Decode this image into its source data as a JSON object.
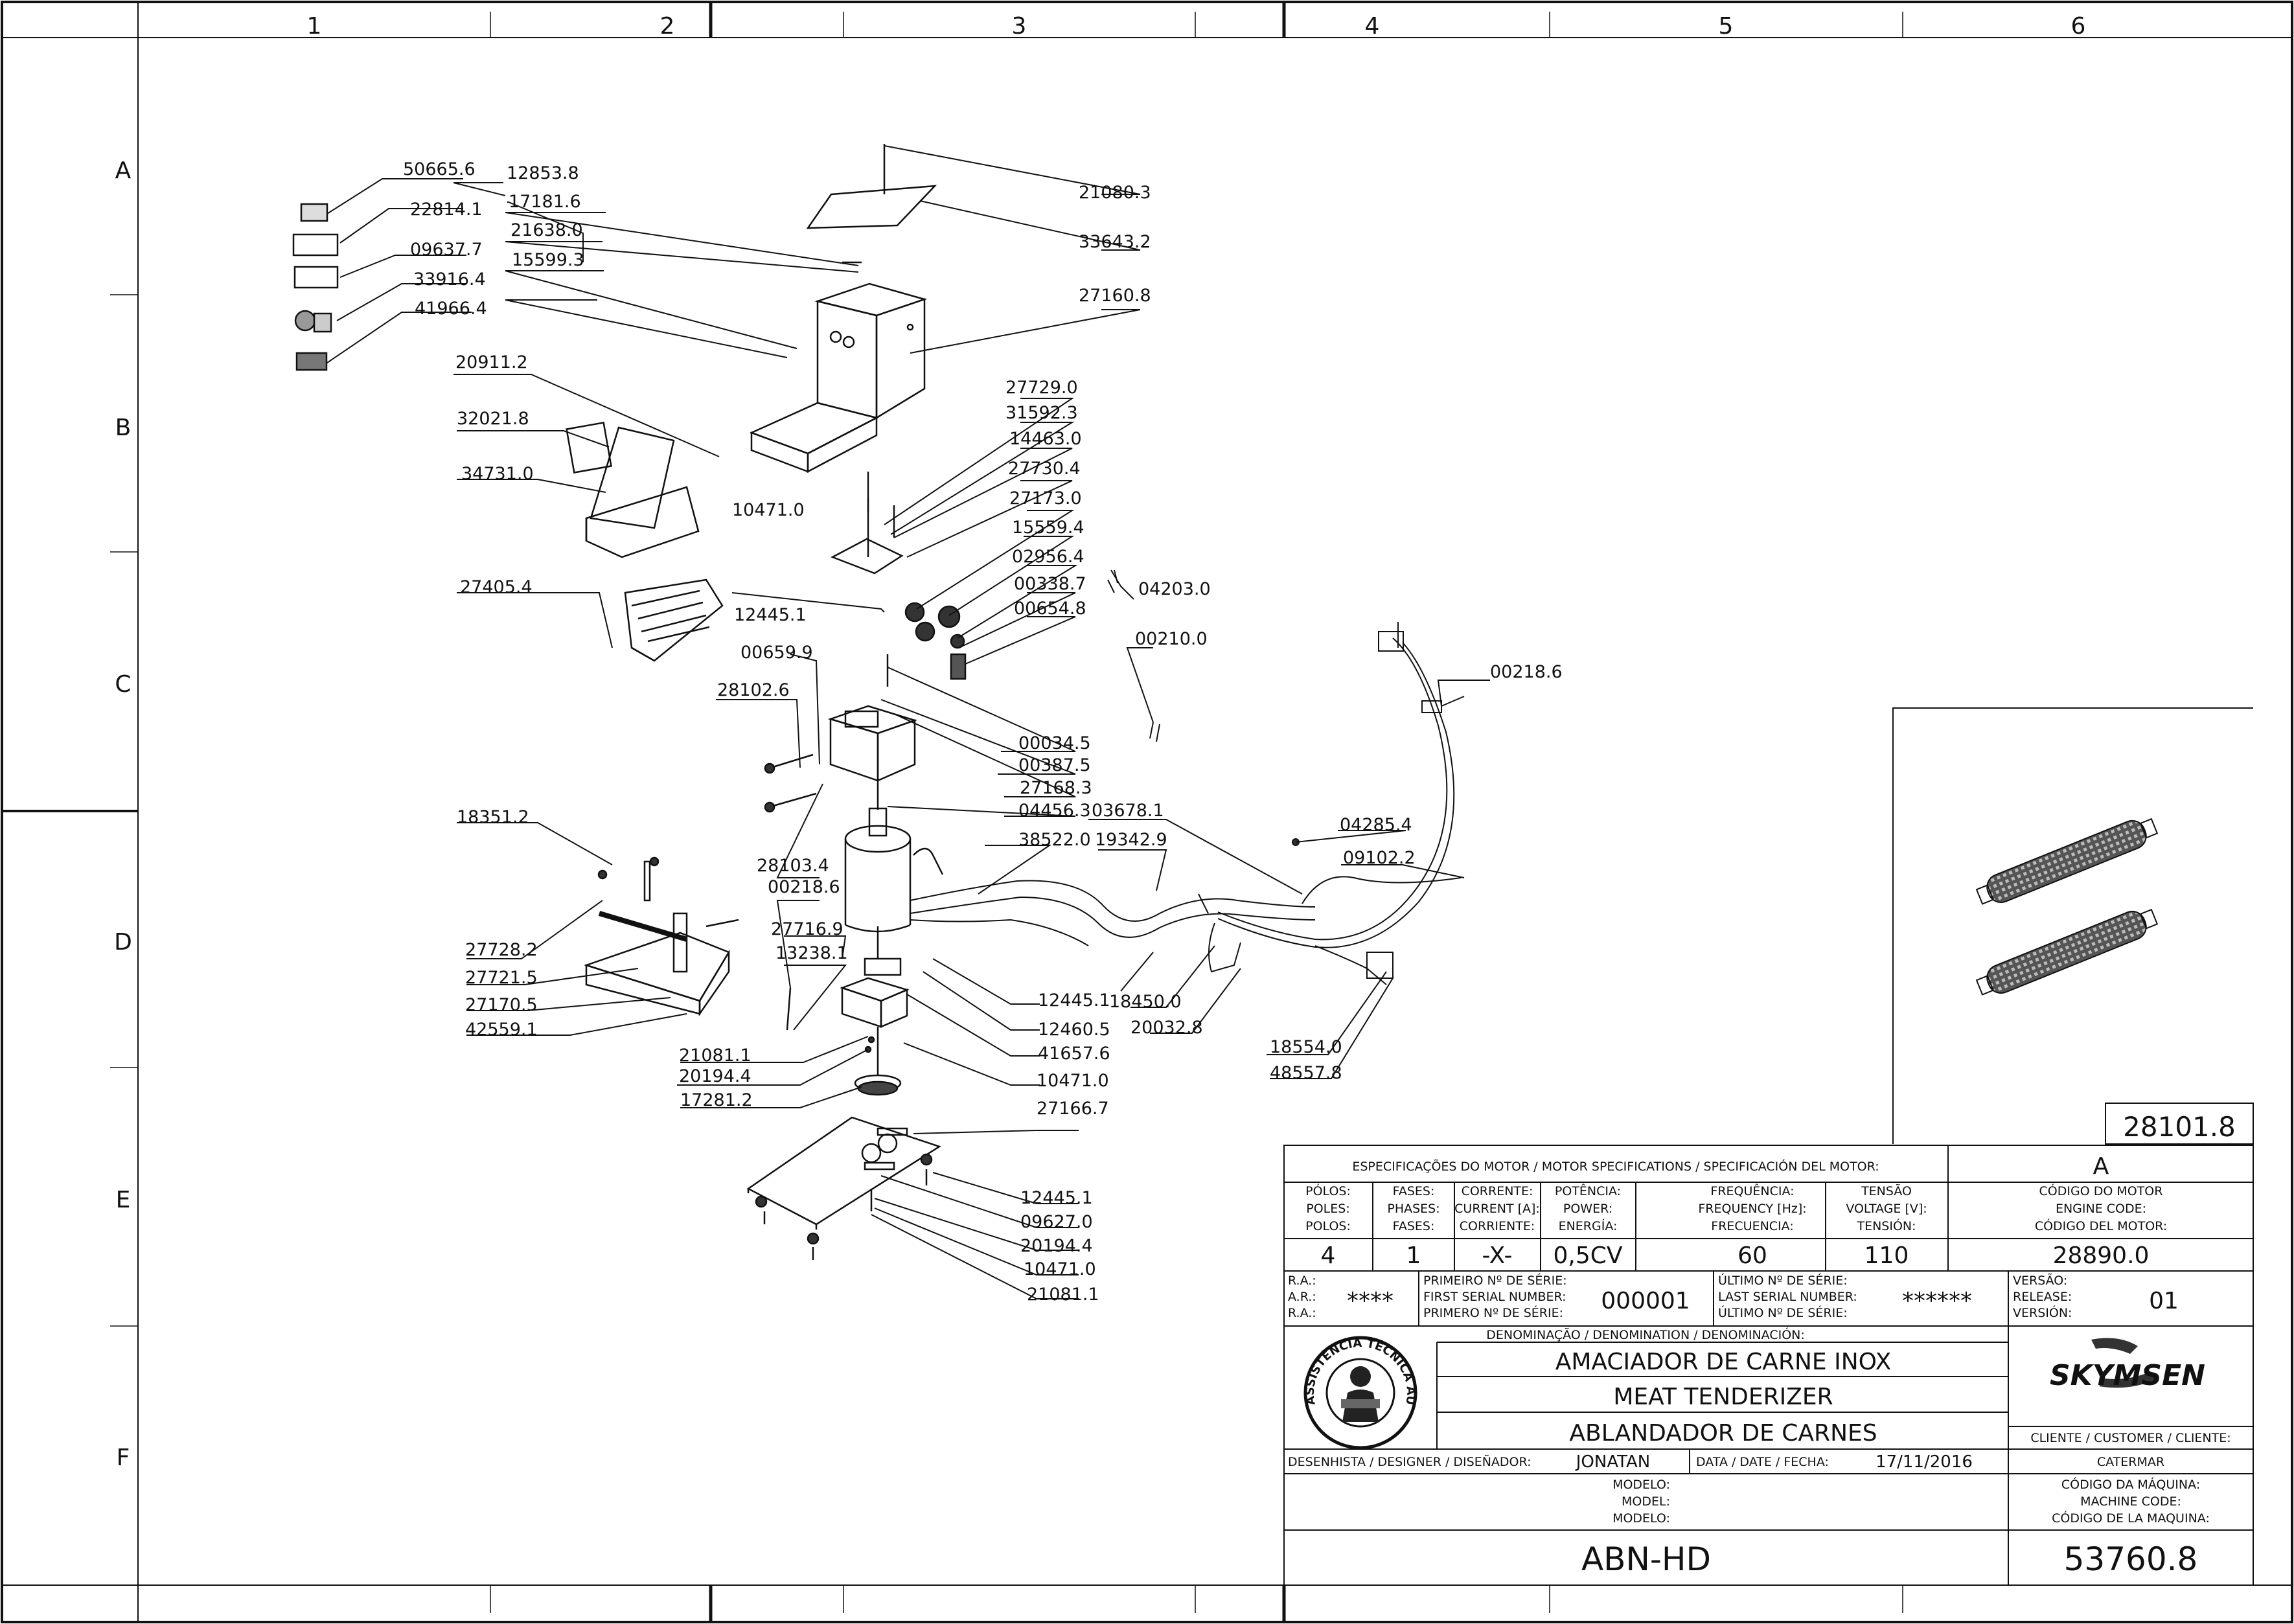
{
  "zones": {
    "columns": [
      "1",
      "2",
      "3",
      "4",
      "5",
      "6"
    ],
    "rows": [
      "A",
      "B",
      "C",
      "D",
      "E",
      "F"
    ]
  },
  "parts": [
    "50665.6",
    "22814.1",
    "09637.7",
    "33916.4",
    "41966.4",
    "20911.2",
    "32021.8",
    "34731.0",
    "27405.4",
    "12853.8",
    "17181.6",
    "21638.0",
    "15599.3",
    "21080.3",
    "33643.2",
    "27160.8",
    "27729.0",
    "31592.3",
    "14463.0",
    "27730.4",
    "27173.0",
    "15559.4",
    "02956.4",
    "00338.7",
    "00654.8",
    "04203.0",
    "00210.0",
    "10471.0",
    "12445.1",
    "00659.9",
    "28102.6",
    "00034.5",
    "00387.5",
    "27168.3",
    "04456.3",
    "03678.1",
    "00218.6",
    "04285.4",
    "09102.2",
    "18351.2",
    "28103.4",
    "00218.6",
    "38522.0",
    "19342.9",
    "27716.9",
    "13238.1",
    "27728.2",
    "27721.5",
    "27170.5",
    "42559.1",
    "18450.0",
    "20032.8",
    "18554.0",
    "48557.8",
    "12445.1",
    "12460.5",
    "41657.6",
    "10471.0",
    "21081.1",
    "20194.4",
    "17281.2",
    "27166.7",
    "12445.1",
    "09627.0",
    "20194.4",
    "10471.0",
    "21081.1"
  ],
  "inset": {
    "code": "28101.8"
  },
  "title_block": {
    "motor_heading": "ESPECIFICAÇÕES DO MOTOR / MOTOR SPECIFICATIONS / SPECIFICACIÓN DEL MOTOR:",
    "revision_letter": "A",
    "columns": [
      {
        "l1": "PÓLOS:",
        "l2": "POLES:",
        "l3": "POLOS:",
        "value": "4"
      },
      {
        "l1": "FASES:",
        "l2": "PHASES:",
        "l3": "FASES:",
        "value": "1"
      },
      {
        "l1": "CORRENTE:",
        "l2": "CURRENT [A]:",
        "l3": "CORRIENTE:",
        "value": "-X-"
      },
      {
        "l1": "POTÊNCIA:",
        "l2": "POWER:",
        "l3": "ENERGÍA:",
        "value": "0,5CV"
      },
      {
        "l1": "FREQUÊNCIA:",
        "l2": "FREQUENCY [Hz]:",
        "l3": "FRECUENCIA:",
        "value": "60"
      },
      {
        "l1": "TENSÃO",
        "l2": "VOLTAGE [V]:",
        "l3": "TENSIÓN:",
        "value": "110"
      }
    ],
    "engine_code": {
      "l1": "CÓDIGO DO MOTOR",
      "l2": "ENGINE CODE:",
      "l3": "CÓDIGO DEL MOTOR:",
      "value": "28890.0"
    },
    "ra": {
      "l1": "R.A.:",
      "l2": "A.R.:",
      "l3": "R.A.:",
      "value": "****"
    },
    "first_serial": {
      "l1": "PRIMEIRO Nº DE SÉRIE:",
      "l2": "FIRST SERIAL NUMBER:",
      "l3": "PRIMERO Nº DE SÉRIE:",
      "value": "000001"
    },
    "last_serial": {
      "l1": "ÚLTIMO Nº DE SÉRIE:",
      "l2": "LAST SERIAL NUMBER:",
      "l3": "ÚLTIMO Nº DE SÉRIE:",
      "value": "******"
    },
    "version": {
      "l1": "VERSÃO:",
      "l2": "RELEASE:",
      "l3": "VERSIÓN:",
      "value": "01"
    },
    "denomination_heading": "DENOMINAÇÃO / DENOMINATION / DENOMINACIÓN:",
    "name_pt": "AMACIADOR DE CARNE INOX",
    "name_en": "MEAT TENDERIZER",
    "name_es": "ABLANDADOR DE CARNES",
    "seal_text": "ASSISTÊNCIA TÉCNICA AUTORIZADA",
    "brand": "SKYMSEN",
    "designer_label": "DESENHISTA / DESIGNER / DISEÑADOR:",
    "designer": "JONATAN",
    "date_label": "DATA / DATE / FECHA:",
    "date": "17/11/2016",
    "client_label": "CLIENTE / CUSTOMER / CLIENTE:",
    "client": "CATERMAR",
    "model_l1": "MODELO:",
    "model_l2": "MODEL:",
    "model_l3": "MODELO:",
    "model": "ABN-HD",
    "machine_code_l1": "CÓDIGO DA MÁQUINA:",
    "machine_code_l2": "MACHINE CODE:",
    "machine_code_l3": "CÓDIGO DE LA MAQUINA:",
    "machine_code": "53760.8"
  }
}
